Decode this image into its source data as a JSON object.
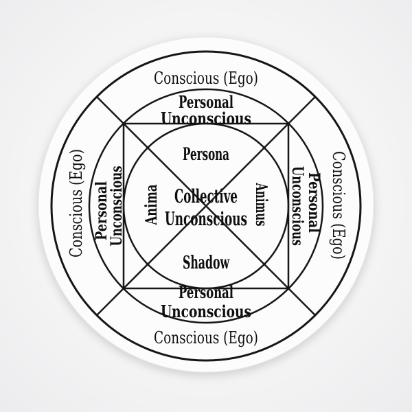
{
  "page": {
    "background": "#f0f0f1"
  },
  "sticker": {
    "shape": "die-cut-circle",
    "color": "#fcfcfd"
  },
  "diagram": {
    "line_color": "#161616",
    "text_color": "#0e0e0e",
    "labels": {
      "conscious": "Conscious (Ego)",
      "personal": "Personal",
      "unconscious": "Unconscious",
      "persona": "Persona",
      "anima": "Anima",
      "animus": "Animus",
      "shadow": "Shadow",
      "collective": "Collective"
    },
    "structure": {
      "outer_ring": "Conscious (Ego)",
      "middle_ring": "Personal Unconscious",
      "inner_quadrants": {
        "top": "Persona",
        "left": "Anima",
        "right": "Animus",
        "bottom": "Shadow"
      },
      "center": "Collective Unconscious"
    }
  }
}
